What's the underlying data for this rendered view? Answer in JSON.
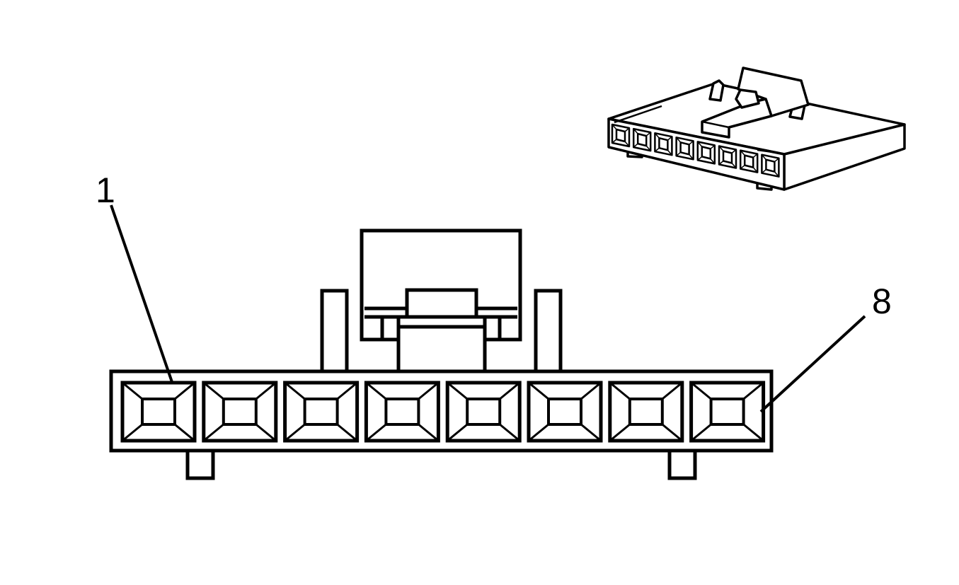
{
  "diagram": {
    "callouts": [
      {
        "id": "pin-1",
        "label": "1"
      },
      {
        "id": "pin-8",
        "label": "8"
      }
    ],
    "pin_count": 8,
    "colors": {
      "stroke": "#000000",
      "fill": "#ffffff"
    }
  }
}
